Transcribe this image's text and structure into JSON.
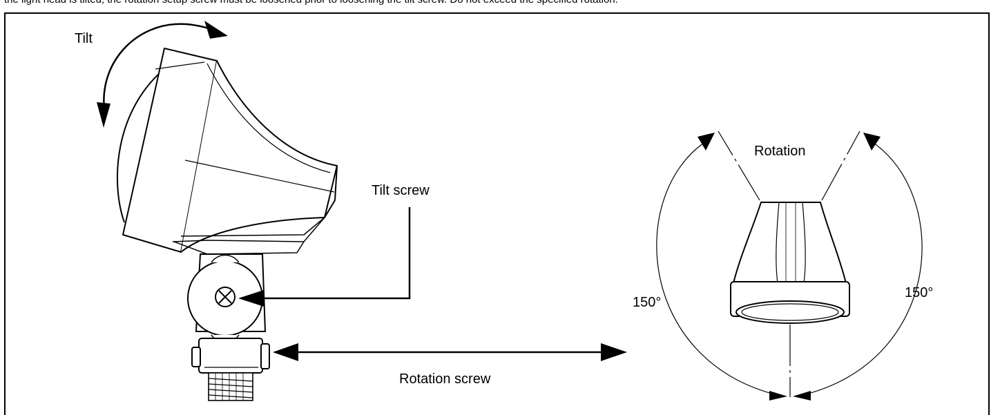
{
  "page": {
    "top_caption": "the light head is tilted, the rotation setup screw must be loosened prior to loosening the tilt screw. Do not exceed the specified rotation."
  },
  "labels": {
    "tilt": "Tilt",
    "tilt_screw": "Tilt screw",
    "rotation_screw": "Rotation screw",
    "rotation": "Rotation",
    "left_angle": "150°",
    "right_angle": "150°"
  }
}
